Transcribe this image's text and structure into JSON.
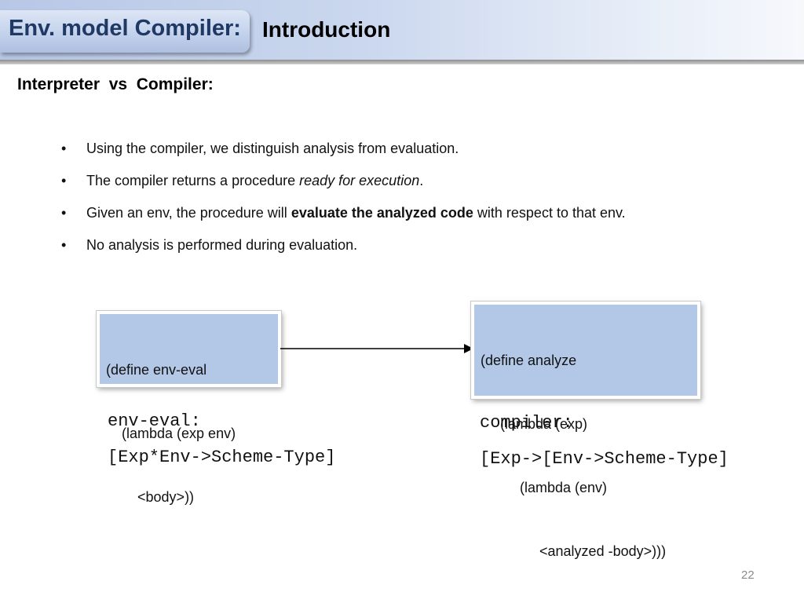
{
  "header": {
    "title": "Env. model Compiler:",
    "subtitle": "Introduction"
  },
  "section_heading": "Interpreter  vs  Compiler:",
  "bullets": [
    {
      "pre": "Using the compiler, we distinguish analysis from evaluation.",
      "emph": "",
      "post": ""
    },
    {
      "pre": "The compiler returns a procedure ",
      "emph": "ready for execution",
      "post": "."
    },
    {
      "pre": "Given an env, the procedure will ",
      "strong": "evaluate the analyzed code",
      "post": " with respect to that env."
    },
    {
      "pre": "No analysis is performed during evaluation.",
      "emph": "",
      "post": ""
    }
  ],
  "bullet_symbol": "•",
  "left_box": {
    "lines": [
      "(define env-eval",
      "    (lambda (exp env)",
      "        <body>))"
    ]
  },
  "right_box": {
    "lines": [
      "(define analyze",
      "     (lambda (exp)",
      "          (lambda (env)",
      "               <analyzed -body>)))"
    ]
  },
  "left_type": {
    "name": "env-eval:",
    "signature": "[Exp*Env->Scheme-Type]"
  },
  "right_type": {
    "name": "compiler:",
    "signature": "[Exp->[Env->Scheme-Type]"
  },
  "page_number": "22",
  "colors": {
    "title_blue": "#1f3864",
    "box_fill": "#b3c7e6",
    "header_gradient_start": "#b7c7e6"
  }
}
